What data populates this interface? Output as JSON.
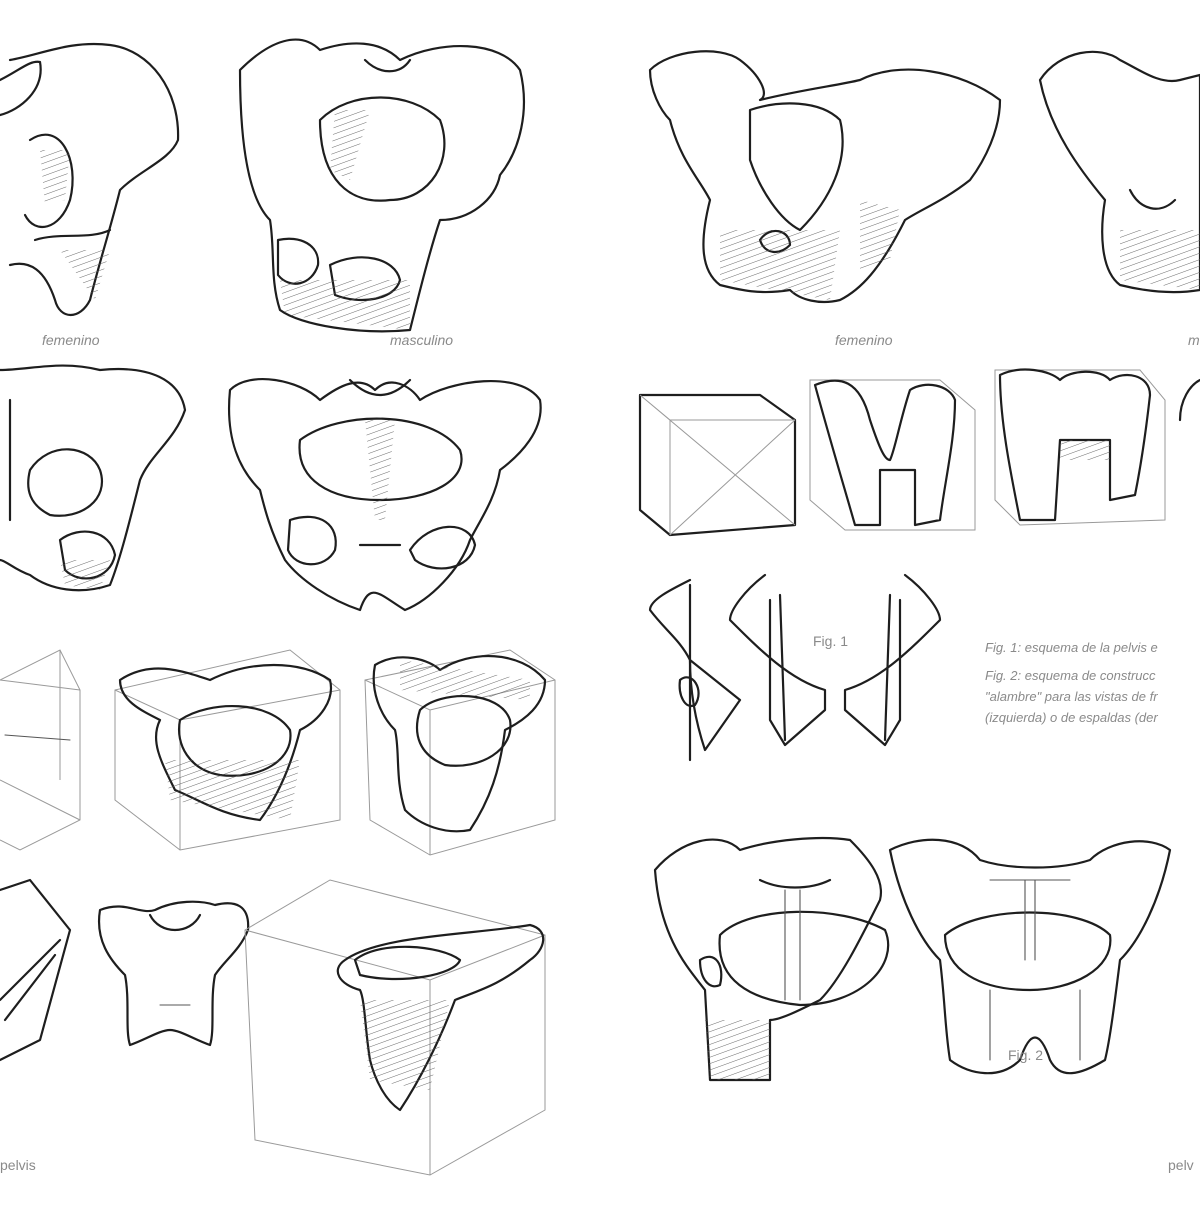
{
  "left_page": {
    "caption_female": "femenino",
    "caption_male": "masculino",
    "footer": "pelvis"
  },
  "right_page": {
    "caption_female": "femenino",
    "caption_male_partial": "m",
    "fig1_label": "Fig. 1",
    "fig2_label": "Fig. 2",
    "note_line1": "Fig. 1: esquema de la pelvis e",
    "note_line2": "Fig. 2: esquema de construcc",
    "note_line3": "\"alambre\" para las vistas de fr",
    "note_line4": "(izquierda) o de espaldas (der",
    "footer": "pelv"
  }
}
